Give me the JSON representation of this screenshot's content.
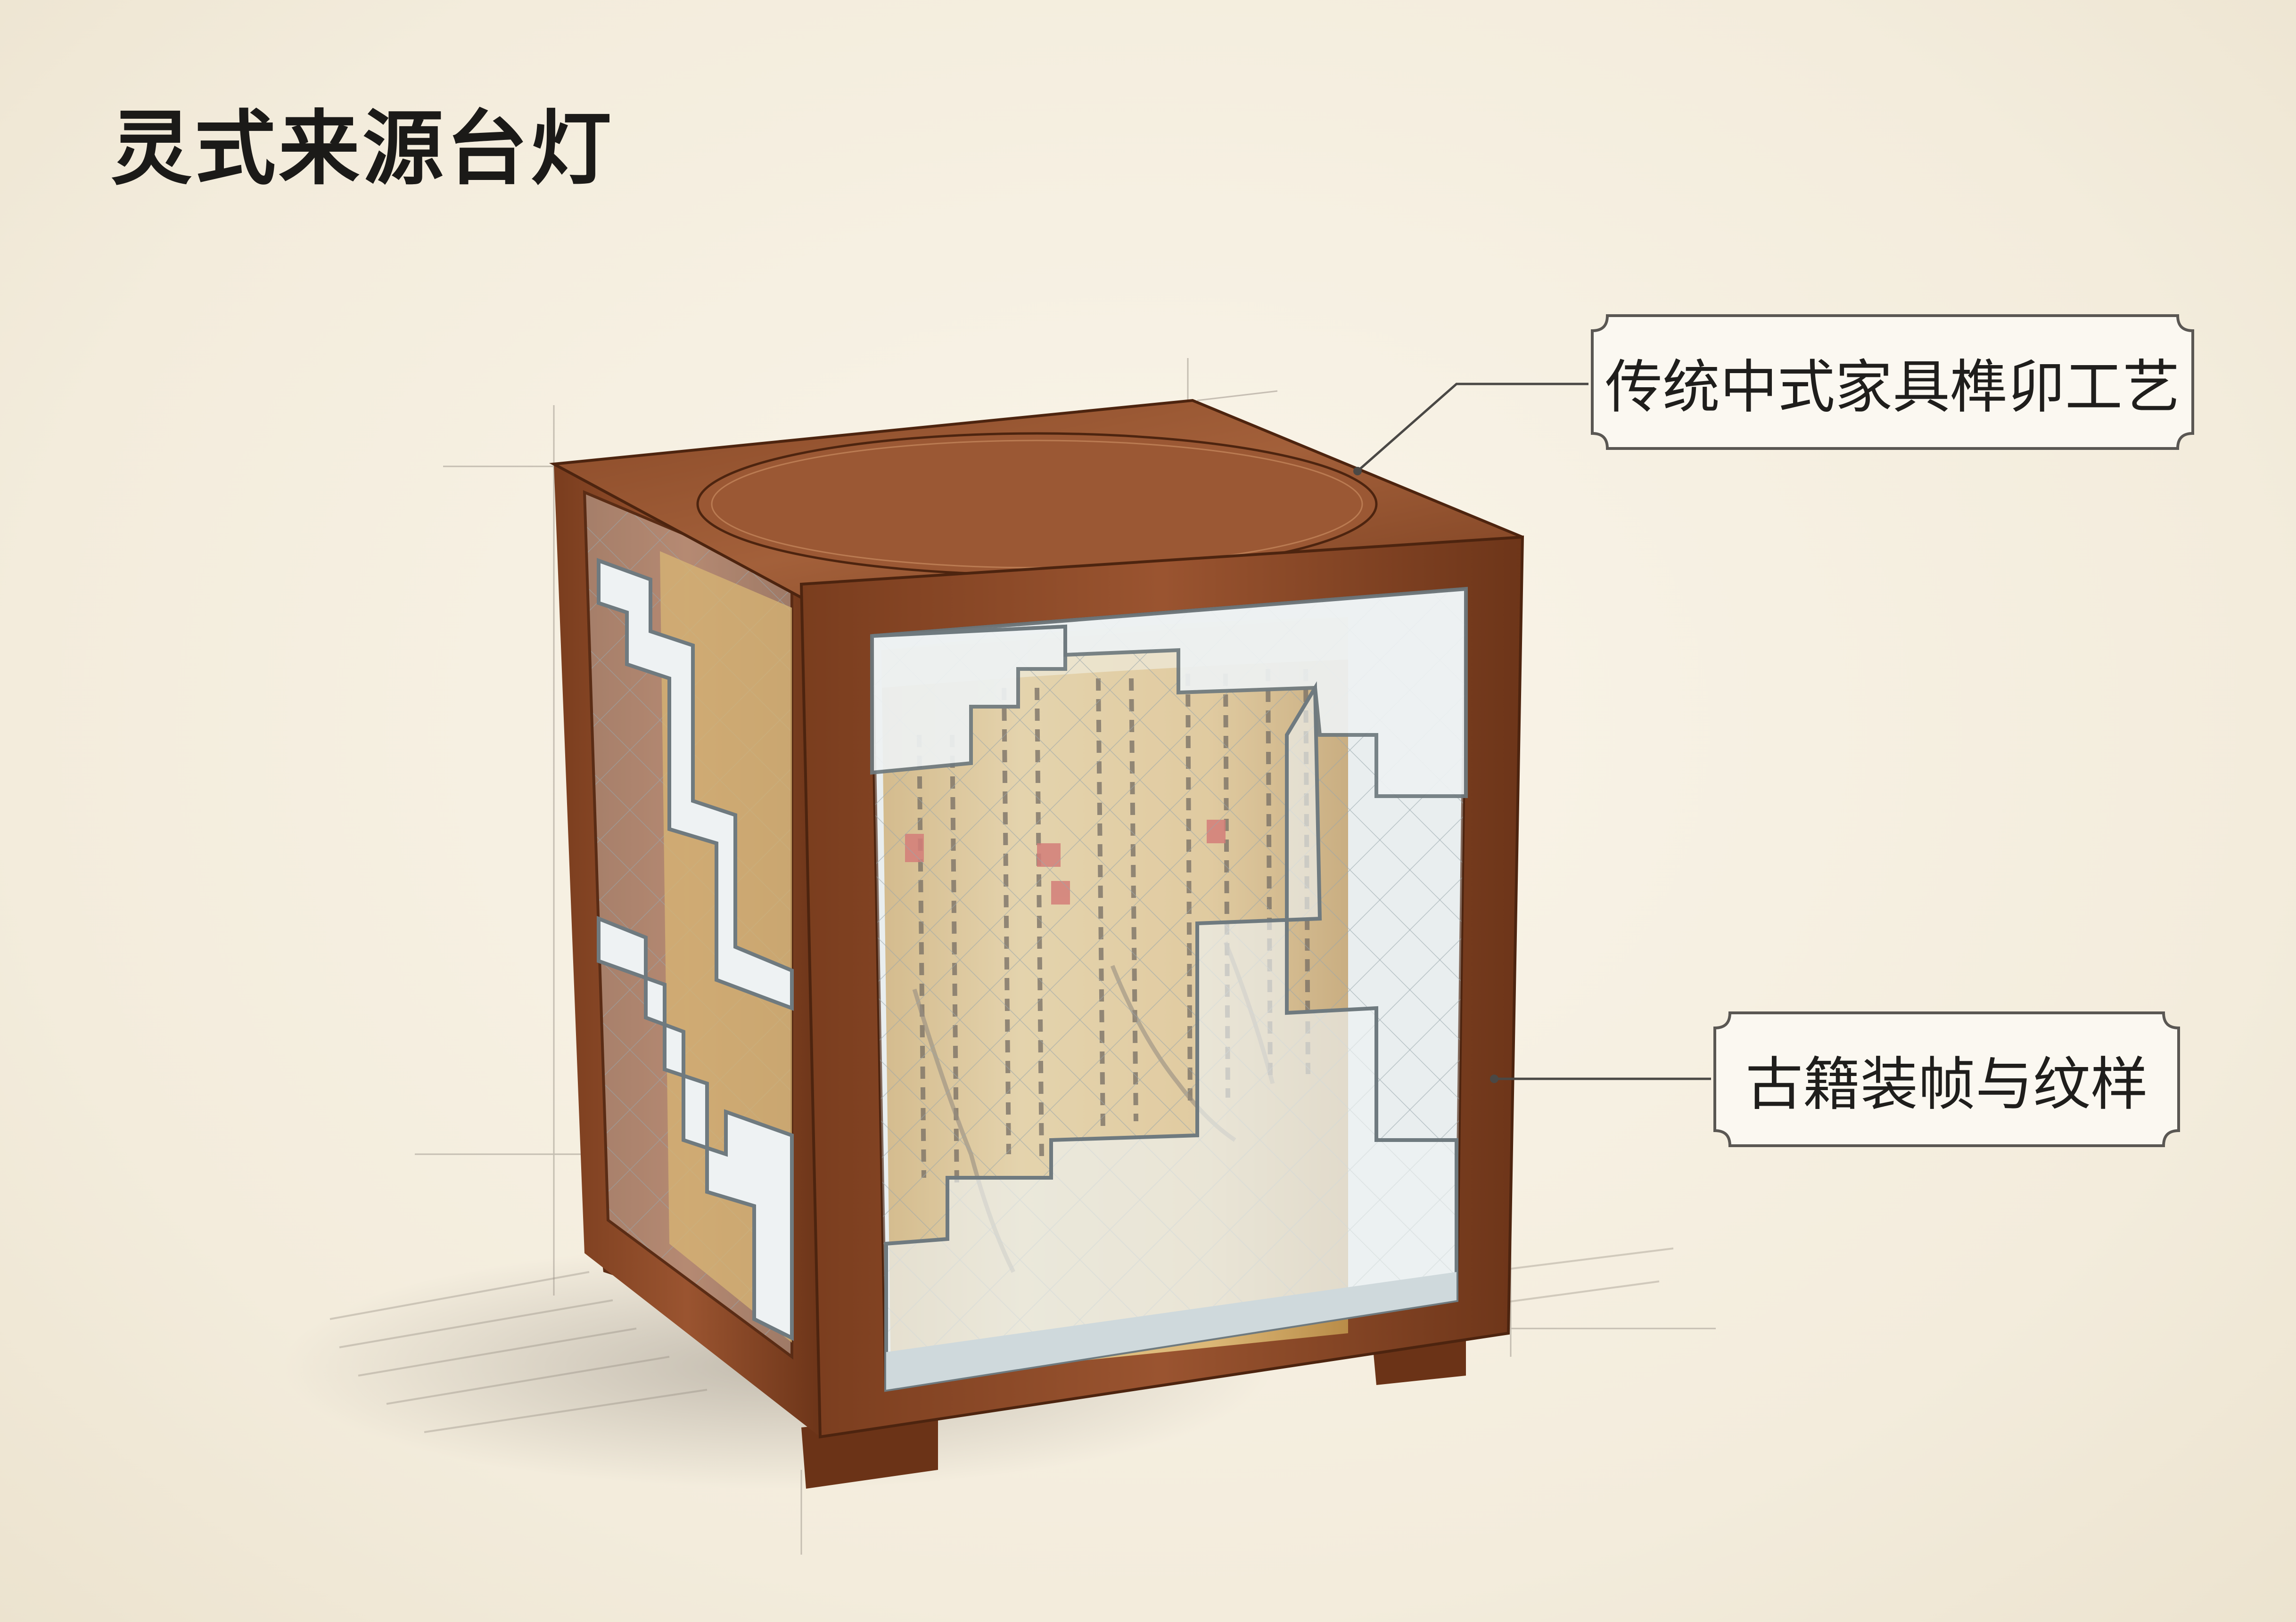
{
  "title": "灵式来源台灯",
  "callouts": [
    {
      "id": "joinery",
      "text": "传统中式家具榫卯工艺"
    },
    {
      "id": "books",
      "text": "古籍装帧与纹样"
    }
  ],
  "colors": {
    "background": "#f6f0e3",
    "wood": "#8a4a28",
    "wood_dark": "#5e2f17",
    "wood_light": "#a8633a",
    "glass": "#dfe6e8",
    "scroll_paper": "#d9b777",
    "ink": "#1f1e1c",
    "seal_red": "#c8413a"
  }
}
